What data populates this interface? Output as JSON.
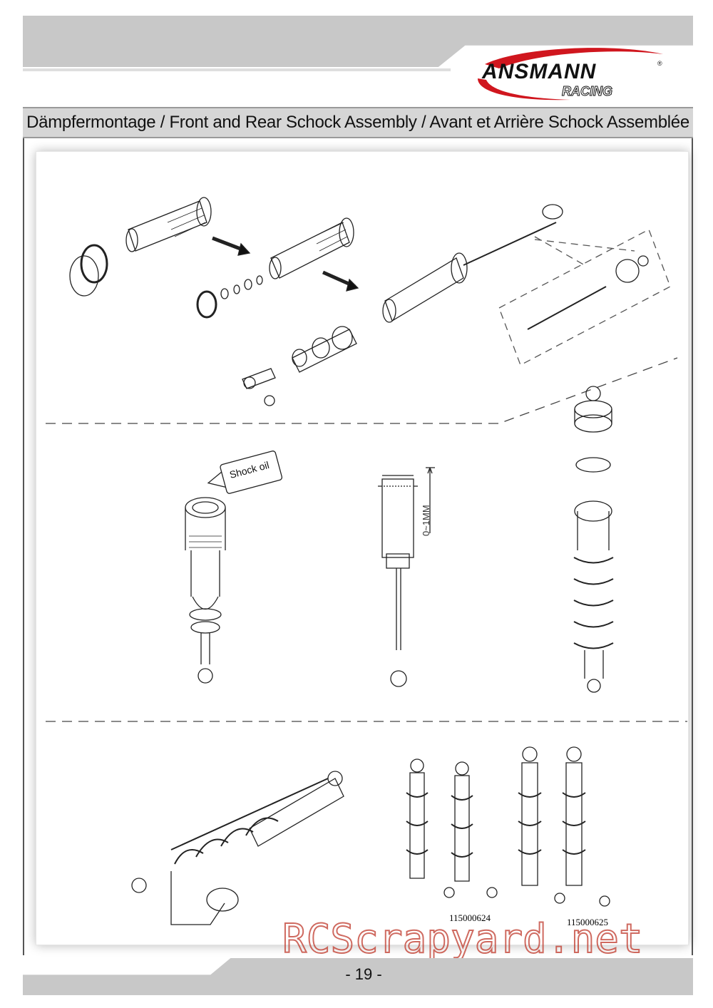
{
  "header": {
    "brand": "ANSMANN",
    "brand_sub": "RACING",
    "title": "Dämpfermontage / Front and Rear Schock Assembly / Avant et Arrière Schock Assemblée"
  },
  "diagram": {
    "oil_label": "Shock oil",
    "gap_label": "0~1MM",
    "part_numbers": [
      "115000624",
      "115000625"
    ]
  },
  "footer": {
    "page_number": "- 19 -"
  },
  "watermark": {
    "text": "RCScrapyard.net"
  },
  "colors": {
    "band_gray": "#c8c8c8",
    "logo_red": "#d0161e",
    "watermark_red": "#c0392b"
  }
}
